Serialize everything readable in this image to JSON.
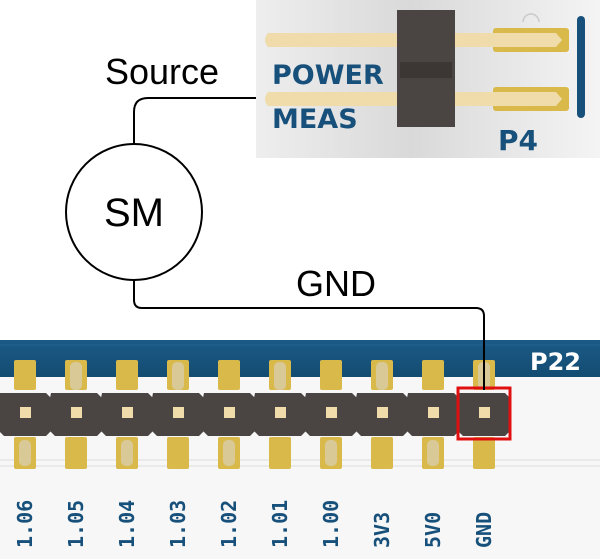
{
  "diagram": {
    "meter": {
      "label": "SM"
    },
    "wires": {
      "source_label": "Source",
      "ground_label": "GND"
    },
    "p4": {
      "name": "P4",
      "labels": [
        "POWER",
        "MEAS"
      ]
    },
    "p22": {
      "name": "P22",
      "pins": [
        "1.06",
        "1.05",
        "1.04",
        "1.03",
        "1.02",
        "1.01",
        "1.00",
        "3V3",
        "5V0",
        "GND"
      ],
      "highlighted_pin": "GND"
    },
    "colors": {
      "pcb_blue": "#17507a",
      "header_body": "#4a4543",
      "pin_gold": "#d8b94a",
      "pin_light": "#efdcaa",
      "highlight": "#e01010",
      "wire": "#000000"
    }
  }
}
